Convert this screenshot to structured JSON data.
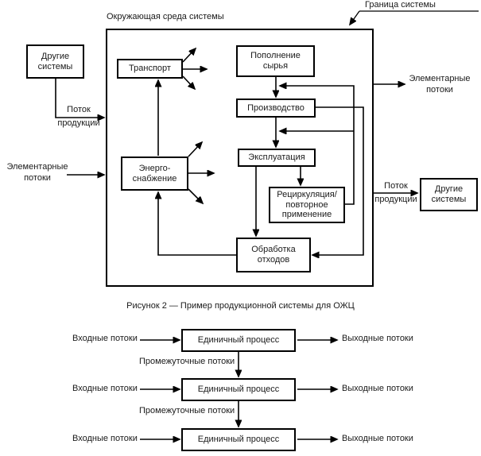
{
  "system_diagram": {
    "environment_label": "Окружающая среда системы",
    "boundary_label": "Граница системы",
    "other_systems_left": {
      "line1": "Другие",
      "line2": "системы"
    },
    "product_flow_in": {
      "line1": "Поток",
      "line2": "продукции"
    },
    "elementary_flows_in": {
      "line1": "Элементарные",
      "line2": "потоки"
    },
    "transport_label": "Транспорт",
    "energy_supply": {
      "line1": "Энерго-",
      "line2": "снабжение"
    },
    "raw_material": {
      "line1": "Пополнение",
      "line2": "сырья"
    },
    "production_label": "Производство",
    "operation_label": "Эксплуатация",
    "recycling": {
      "line1": "Рециркуляция/",
      "line2": "повторное",
      "line3": "применение"
    },
    "waste_treatment": {
      "line1": "Обработка",
      "line2": "отходов"
    },
    "elementary_flows_out": {
      "line1": "Элементарные",
      "line2": "потоки"
    },
    "product_flow_out": {
      "line1": "Поток",
      "line2": "продукции"
    },
    "other_systems_right": {
      "line1": "Другие",
      "line2": "системы"
    }
  },
  "caption": "Рисунок 2 — Пример продукционной системы для ОЖЦ",
  "process_diagram": {
    "rows": [
      {
        "input": "Входные потоки",
        "process": "Единичный процесс",
        "output": "Выходные потоки"
      },
      {
        "input": "Входные потоки",
        "process": "Единичный процесс",
        "output": "Выходные потоки"
      },
      {
        "input": "Входные потоки",
        "process": "Единичный процесс",
        "output": "Выходные потоки"
      }
    ],
    "intermediate_labels": [
      "Промежуточные потоки",
      "Промежуточные потоки"
    ]
  },
  "colors": {
    "ink": "#000000",
    "background": "#ffffff"
  }
}
